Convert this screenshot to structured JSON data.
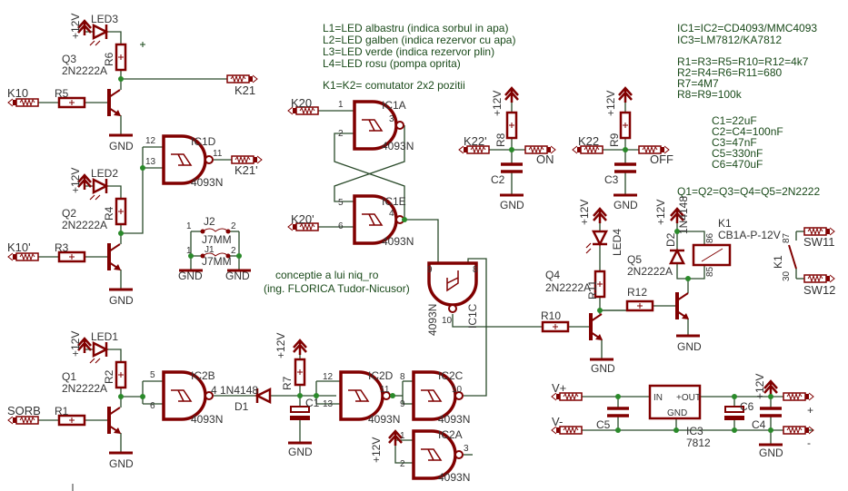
{
  "title": "AUTOMAT POMPA ver.2",
  "notes": {
    "legend": [
      "L1=LED albastru (indica sorbul in apa)",
      "L2=LED galben (indica rezervor cu apa)",
      "L3=LED verde (indica rezervor plin)",
      "L4=LED rosu (pompa oprita)"
    ],
    "switch": "K1=K2= comutator 2x2 pozitii",
    "ics": [
      "IC1=IC2=CD4093/MMC4093",
      "IC3=LM7812/KA7812"
    ],
    "resistors": [
      "R1=R3=R5=R10=R12=4k7",
      "R2=R4=R6=R11=680",
      "R7=4M7",
      "R8=R9=100k"
    ],
    "capacitors": [
      "C1=22uF",
      "C2=C4=100nF",
      "C3=47nF",
      "C5=330nF",
      "C6=470uF"
    ],
    "transistors": "Q1=Q2=Q3=Q4=Q5=2N2222"
  },
  "credit": [
    "conceptie a lui niq_ro",
    "(ing. FLORICA Tudor-Nicusor)"
  ],
  "labels": {
    "v12": "+12V",
    "gnd": "GND",
    "tr": "2N2222A",
    "ic4093": "4093N",
    "led1": "LED1",
    "led2": "LED2",
    "led3": "LED3",
    "led4": "LED4",
    "q1": "Q1",
    "q2": "Q2",
    "q3": "Q3",
    "q4": "Q4",
    "q5": "Q5",
    "r1": "R1",
    "r2": "R2",
    "r3": "R3",
    "r4": "R4",
    "r5": "R5",
    "r6": "R6",
    "r7": "R7",
    "r8": "R8",
    "r9": "R9",
    "r10": "R10",
    "r11": "R11",
    "r12": "R12",
    "k10": "K10",
    "k10p": "K10'",
    "k21": "K21",
    "k21p": "K21'",
    "sorb": "SORB",
    "k20": "K20",
    "k20p": "K20'",
    "k22": "K22",
    "k22p": "K22'",
    "on": "ON",
    "off": "OFF",
    "ic1a": "IC1A",
    "ic1c": "IC1C",
    "ic1d": "IC1D",
    "ic1e": "IC1E",
    "ic2a": "IC2A",
    "ic2b": "IC2B",
    "ic2c": "IC2C",
    "ic2d": "IC2D",
    "c1": "C1",
    "c2": "C2",
    "c3": "C3",
    "c4": "C4",
    "c5": "C5",
    "c6": "C6",
    "d1": "D1",
    "d2": "D2",
    "d1type": "4 1N4148",
    "d2type": "1N4148",
    "j1": "J1",
    "j2": "J2",
    "j7mm": "J7MM",
    "k1": "K1",
    "relay": "CB1A-P-12V",
    "sw11": "SW11",
    "sw12": "SW12",
    "p85": "85",
    "p86": "86",
    "p87": "87",
    "p30": "30",
    "vplus": "V+",
    "vminus": "V-",
    "plus": "+",
    "minus": "-",
    "ic3": "IC3",
    "reg": "7812",
    "in": "IN",
    "out": "+OUT",
    "reggnd": "GND",
    "p1": "1",
    "p2": "2",
    "p3": "3",
    "p4": "4",
    "p5": "5",
    "p6": "6",
    "p8": "8",
    "p9": "9",
    "p10": "10",
    "p11": "11",
    "p12": "12",
    "p13": "13"
  },
  "colors": {
    "component": "#800000",
    "wire": "#2a4a2a",
    "junction": "#2a8a2a",
    "note": "#1a4a1a"
  }
}
